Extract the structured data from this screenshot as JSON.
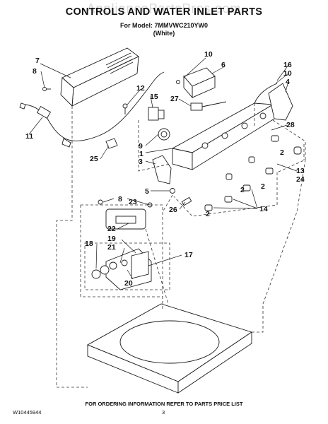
{
  "header": {
    "title": "CONTROLS AND WATER INLET PARTS",
    "watermark": "AppliancePartsPros.com",
    "model_line": "For Model: 7MMVWC210YW0",
    "color_line": "(White)"
  },
  "footer": {
    "note": "FOR ORDERING INFORMATION REFER TO PARTS PRICE LIST",
    "doc_number": "W10445944",
    "page_number": "3"
  },
  "callouts": [
    "7",
    "8",
    "10",
    "6",
    "16",
    "10",
    "4",
    "12",
    "15",
    "27",
    "11",
    "28",
    "9",
    "1",
    "3",
    "2",
    "13",
    "24",
    "25",
    "5",
    "2",
    "2",
    "26",
    "8",
    "23",
    "2",
    "14",
    "22",
    "19",
    "18",
    "21",
    "17",
    "20"
  ],
  "colors": {
    "line": "#1a1a1a",
    "dash": "#333333",
    "watermark": "#9a9a9a"
  }
}
